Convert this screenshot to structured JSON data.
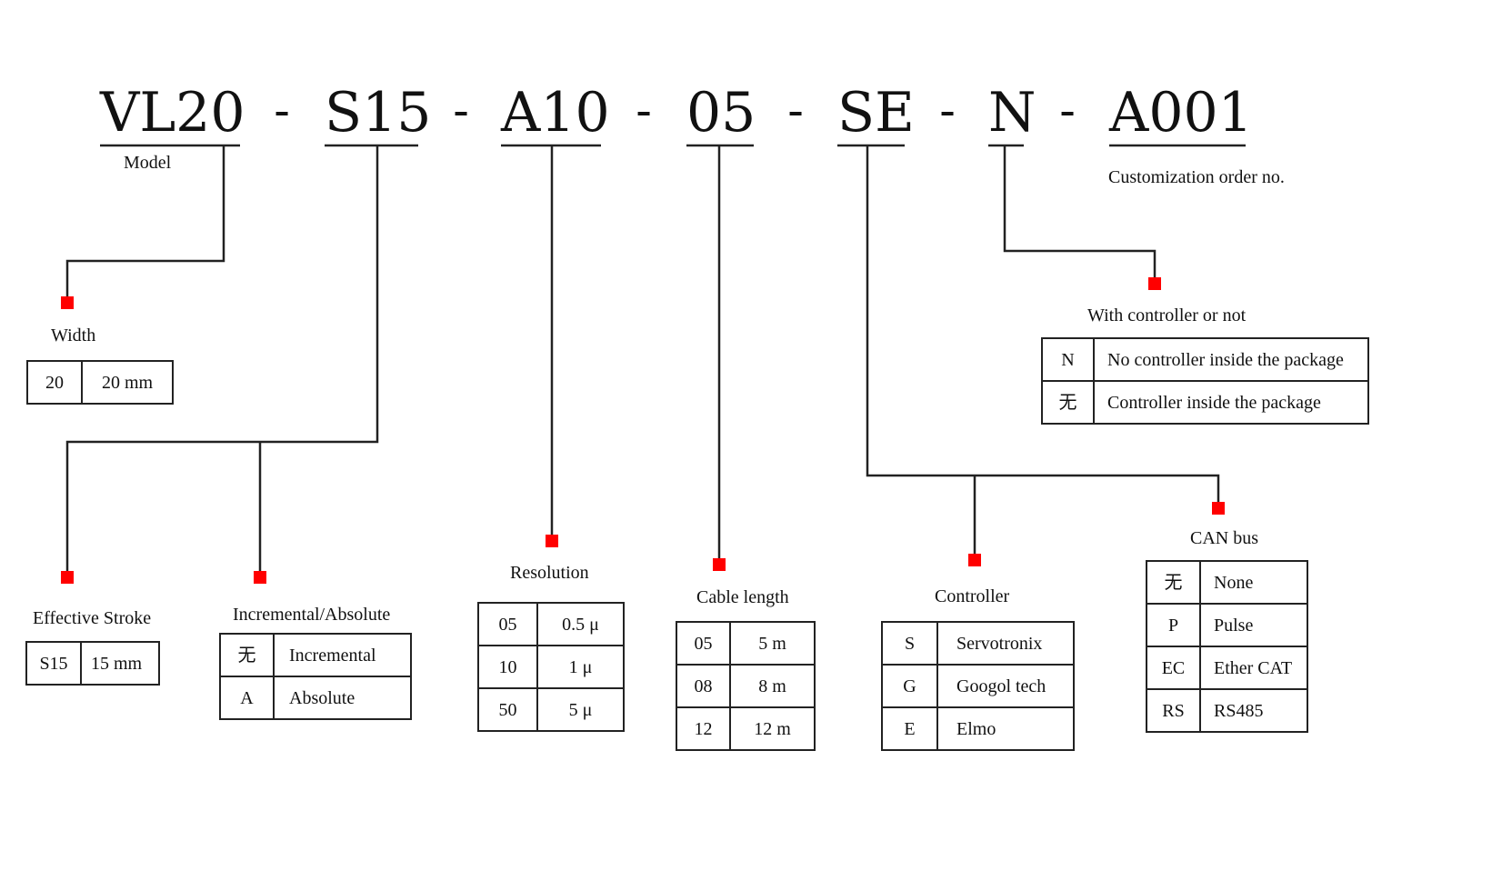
{
  "code_segments": [
    {
      "code": "VL20",
      "label": "Model"
    },
    {
      "code": "S15"
    },
    {
      "code": "A10"
    },
    {
      "code": "05"
    },
    {
      "code": "SE"
    },
    {
      "code": "N"
    },
    {
      "code": "A001",
      "label": "Customization order no."
    }
  ],
  "separator": "-",
  "groups": {
    "width": {
      "title": "Width",
      "rows": [
        {
          "code": "20",
          "desc": "20 mm"
        }
      ]
    },
    "stroke": {
      "title": "Effective Stroke",
      "rows": [
        {
          "code": "S15",
          "desc": "15 mm"
        }
      ]
    },
    "incabs": {
      "title": "Incremental/Absolute",
      "rows": [
        {
          "code": "无",
          "desc": "Incremental"
        },
        {
          "code": "A",
          "desc": "Absolute"
        }
      ]
    },
    "resolution": {
      "title": "Resolution",
      "rows": [
        {
          "code": "05",
          "desc": "0.5 μ"
        },
        {
          "code": "10",
          "desc": "1 μ"
        },
        {
          "code": "50",
          "desc": "5 μ"
        }
      ]
    },
    "cable": {
      "title": "Cable length",
      "rows": [
        {
          "code": "05",
          "desc": "5 m"
        },
        {
          "code": "08",
          "desc": "8 m"
        },
        {
          "code": "12",
          "desc": "12 m"
        }
      ]
    },
    "controller": {
      "title": "Controller",
      "rows": [
        {
          "code": "S",
          "desc": "Servotronix"
        },
        {
          "code": "G",
          "desc": "Googol tech"
        },
        {
          "code": "E",
          "desc": "Elmo"
        }
      ]
    },
    "canbus": {
      "title": "CAN bus",
      "rows": [
        {
          "code": "无",
          "desc": "None"
        },
        {
          "code": "P",
          "desc": "Pulse"
        },
        {
          "code": "EC",
          "desc": "Ether CAT"
        },
        {
          "code": "RS",
          "desc": "RS485"
        }
      ]
    },
    "withctrl": {
      "title": "With controller or not",
      "rows": [
        {
          "code": "N",
          "desc": "No controller inside the package"
        },
        {
          "code": "无",
          "desc": "Controller inside the package"
        }
      ]
    }
  },
  "colors": {
    "marker": "#ff0000",
    "line": "#222222",
    "text": "#111111"
  }
}
